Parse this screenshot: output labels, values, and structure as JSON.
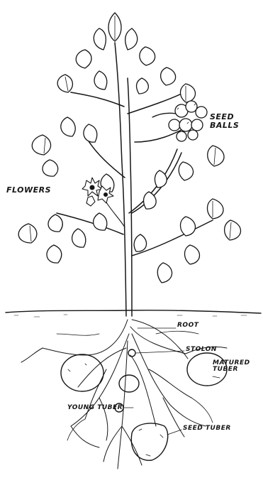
{
  "labels": {
    "seed_balls": "SEED\nBALLS",
    "flowers": "FLOWERS",
    "root": "ROOT",
    "stolon": "STOLON",
    "matured_tuber": "MATURED\nTUBER",
    "young_tuber": "YOUNG TUBER",
    "seed_tuber": "SEED TUBER"
  },
  "colors": {
    "ink": "#161616",
    "paper": "#ffffff"
  }
}
